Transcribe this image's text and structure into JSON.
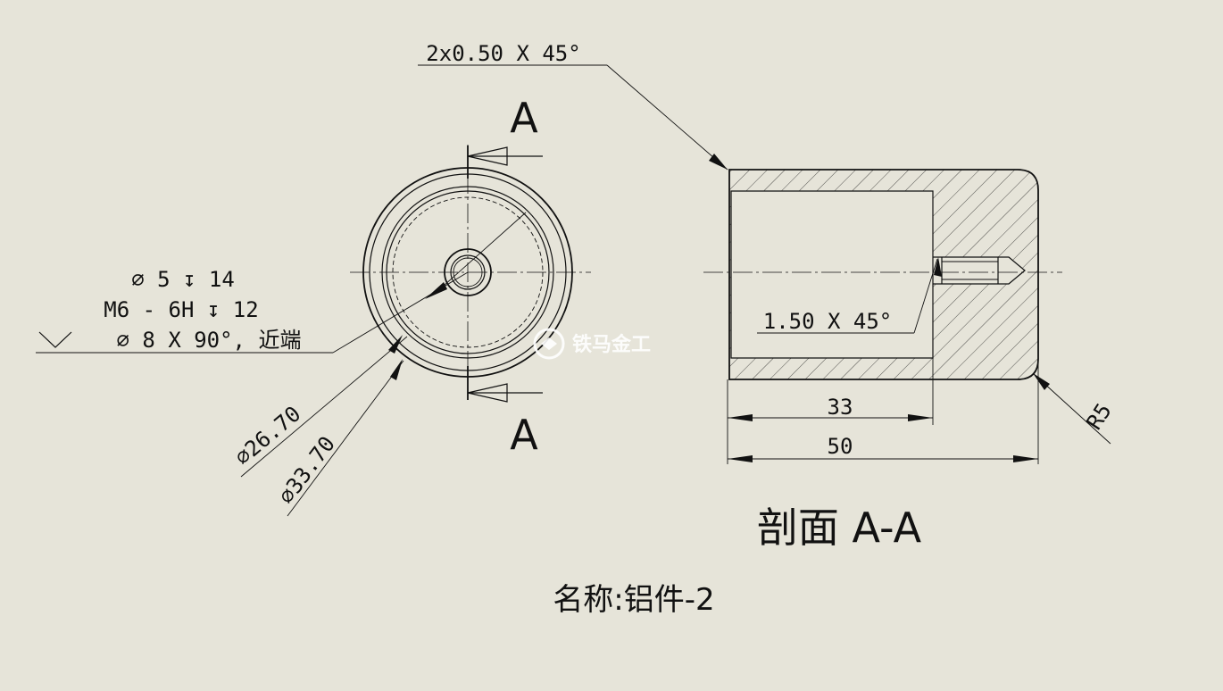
{
  "section_marker": "A",
  "chamfer_outer": "2x0.50 X 45°",
  "chamfer_inner": "1.50 X 45°",
  "hole_callout": {
    "line1": "∅ 5 ↧ 14",
    "line2": "M6 - 6H ↧ 12",
    "line3": "∅ 8 X 90°, 近端"
  },
  "diameters": {
    "inner": "∅26.70",
    "outer": "∅33.70"
  },
  "dims": {
    "bore_depth": "33",
    "length": "50",
    "radius": "R5"
  },
  "section_title": "剖面 A-A",
  "part_name": "名称:铝件-2",
  "watermark": "铁马金工"
}
